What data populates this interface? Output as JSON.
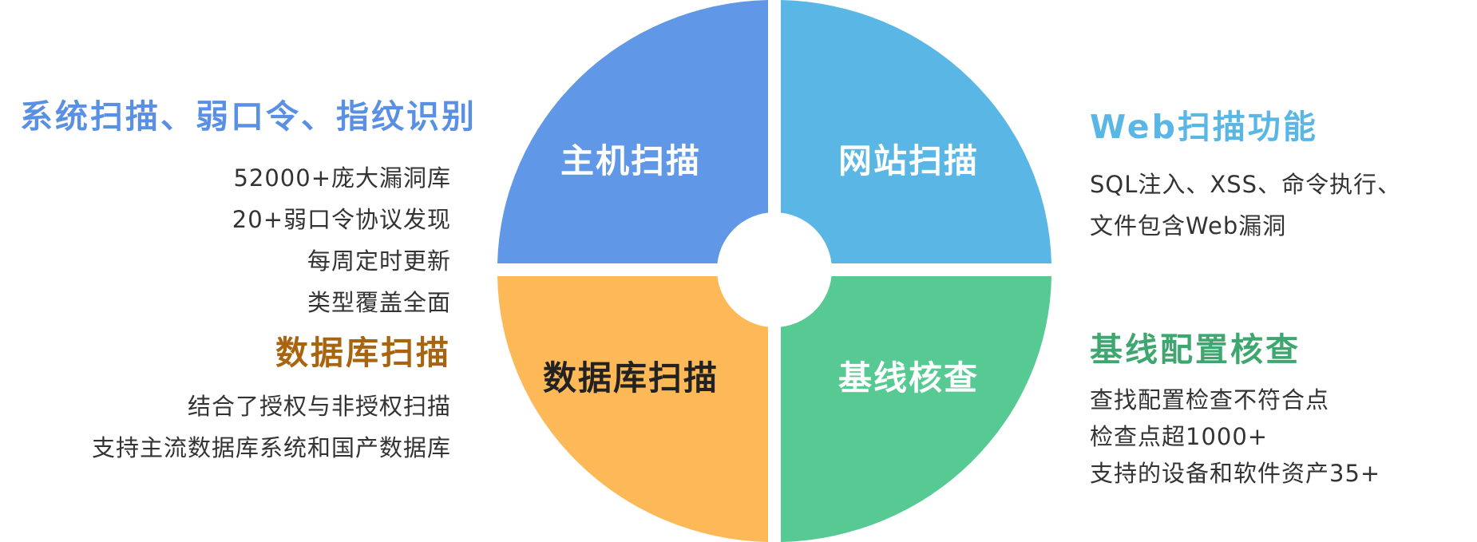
{
  "colors": {
    "host": "#6097E6",
    "web": "#5AB6E4",
    "database": "#FDB957",
    "baseline": "#56CA92",
    "left_heading": "#5A90E4",
    "web_heading": "#5AB6E4",
    "db_heading": "#A8640E",
    "baseline_heading": "#3EA76F"
  },
  "quadrants": {
    "host": "主机扫描",
    "web": "网站扫描",
    "database": "数据库扫描",
    "baseline": "基线核查"
  },
  "left_top": {
    "title": "系统扫描、弱口令、指纹识别",
    "lines": [
      "52000+庞大漏洞库",
      "20+弱口令协议发现",
      "每周定时更新",
      "类型覆盖全面"
    ]
  },
  "left_bottom": {
    "title": "数据库扫描",
    "lines": [
      "结合了授权与非授权扫描",
      "支持主流数据库系统和国产数据库"
    ]
  },
  "right_top": {
    "title": "Web扫描功能",
    "lines": [
      "SQL注入、XSS、命令执行、",
      "文件包含Web漏洞"
    ]
  },
  "right_bottom": {
    "title": "基线配置核查",
    "lines": [
      "查找配置检查不符合点",
      "检查点超1000+",
      "支持的设备和软件资产35+"
    ]
  }
}
